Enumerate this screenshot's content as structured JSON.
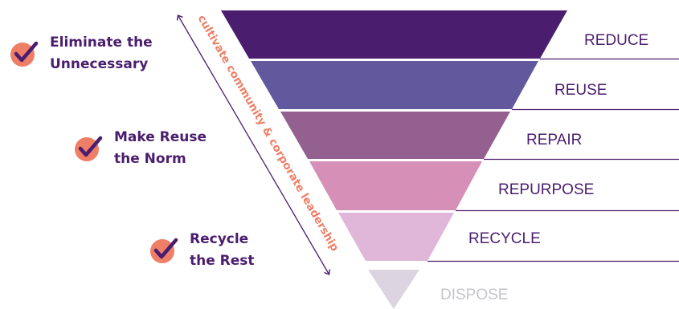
{
  "hierarchy": {
    "tiers": [
      {
        "label": "REDUCE",
        "color": "#4a1d6e"
      },
      {
        "label": "REUSE",
        "color": "#61589e"
      },
      {
        "label": "REPAIR",
        "color": "#94608f"
      },
      {
        "label": "REPURPOSE",
        "color": "#d68fb7"
      },
      {
        "label": "RECYCLE",
        "color": "#e0b7d8"
      },
      {
        "label": "DISPOSE",
        "color": "#dcd4e1"
      }
    ],
    "side_arrow_label": "cultivate community & corporate leadership"
  },
  "goals": [
    {
      "line1": "Eliminate the",
      "line2": "Unnecessary",
      "icon": "checkmark-icon"
    },
    {
      "line1": "Make Reuse",
      "line2": "the Norm",
      "icon": "checkmark-icon"
    },
    {
      "line1": "Recycle",
      "line2": "the Rest",
      "icon": "checkmark-icon"
    }
  ],
  "colors": {
    "text_purple": "#4a1d6e",
    "accent_coral": "#ef7e66",
    "line_purple": "#4a1d6e"
  }
}
